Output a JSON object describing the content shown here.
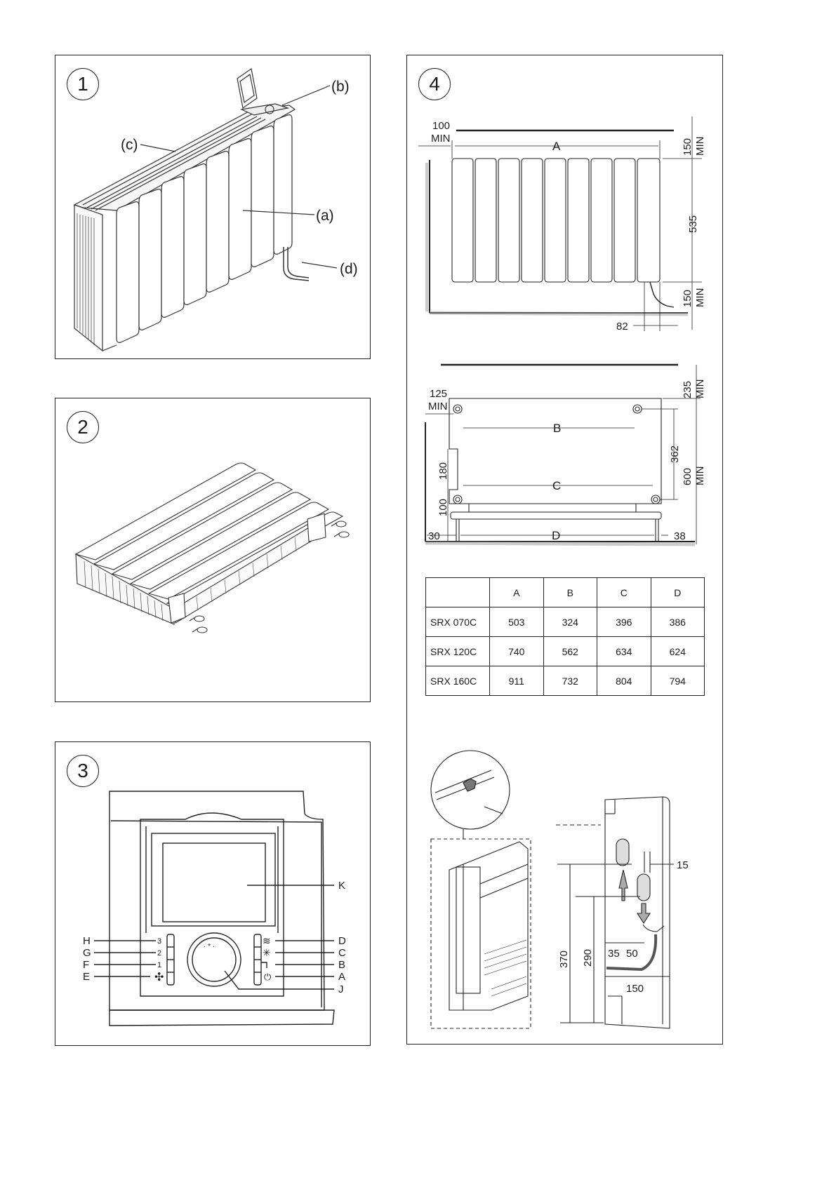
{
  "panels": [
    {
      "number": "1",
      "labels": {
        "a": "(a)",
        "b": "(b)",
        "c": "(c)",
        "d": "(d)"
      }
    },
    {
      "number": "2"
    },
    {
      "number": "3",
      "labels": {
        "H": "H",
        "G": "G",
        "F": "F",
        "E": "E",
        "K": "K",
        "D": "D",
        "C": "C",
        "B": "B",
        "A": "A",
        "J": "J"
      },
      "panel_marks": {
        "three": "3",
        "two": "2",
        "one": "1"
      }
    },
    {
      "number": "4"
    }
  ],
  "dims_front": {
    "left_clear": "100",
    "left_clear_unit": "MIN",
    "width": "A",
    "top_clear": "150",
    "top_clear_unit": "MIN",
    "height": "535",
    "bottom_clear": "150",
    "bottom_clear_unit": "MIN",
    "cable_offset": "82"
  },
  "dims_mount": {
    "left_clear": "125",
    "left_clear_unit": "MIN",
    "upper_spacing": "B",
    "lower_spacing": "C",
    "base_width": "D",
    "top_clear": "235",
    "top_clear_unit": "MIN",
    "vert_spacing": "362",
    "total_clear": "600",
    "total_clear_unit": "MIN",
    "h180": "180",
    "h100": "100",
    "offset_30": "30",
    "offset_38": "38"
  },
  "dims_side": {
    "gap": "15",
    "d35": "35",
    "d50": "50",
    "h370": "370",
    "h290": "290",
    "depth": "150"
  },
  "table": {
    "headers": [
      "",
      "A",
      "B",
      "C",
      "D"
    ],
    "rows": [
      [
        "SRX 070C",
        "503",
        "324",
        "396",
        "386"
      ],
      [
        "SRX 120C",
        "740",
        "562",
        "634",
        "624"
      ],
      [
        "SRX 160C",
        "911",
        "732",
        "804",
        "794"
      ]
    ]
  }
}
